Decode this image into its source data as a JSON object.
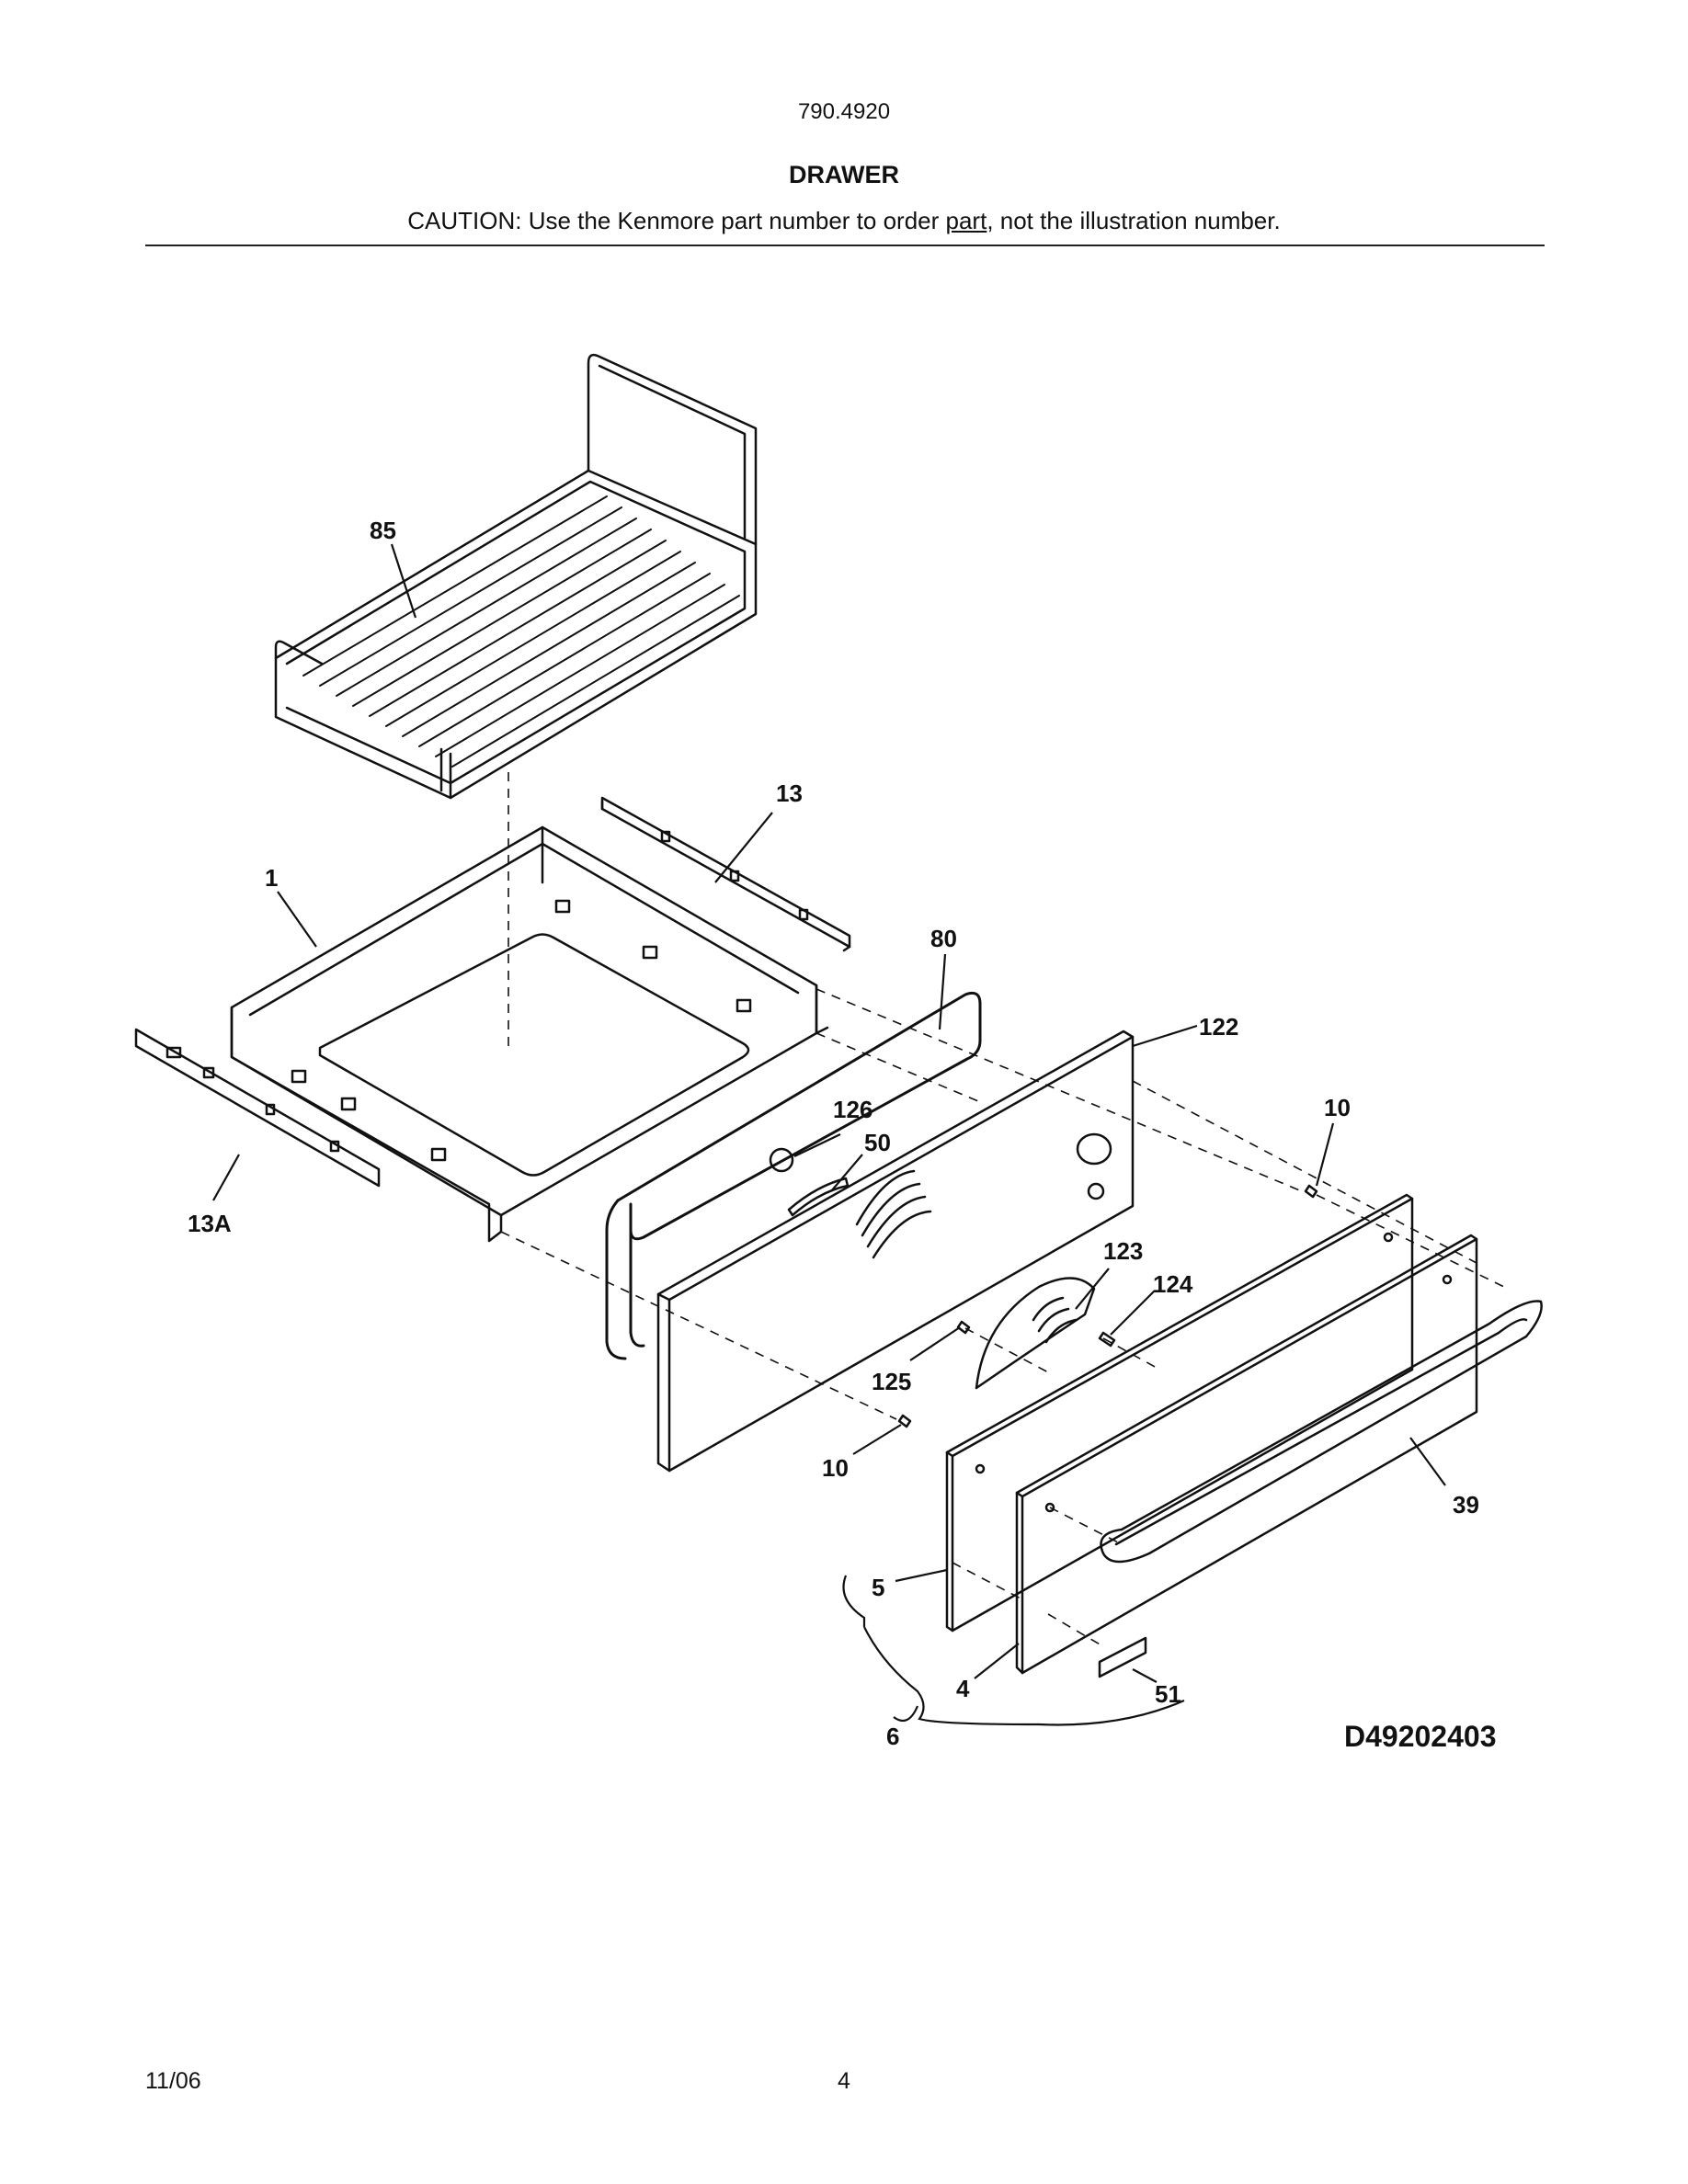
{
  "header": {
    "model_number": "790.4920",
    "section_title": "DRAWER",
    "caution_before": "CAUTION: Use the Kenmore part number to order ",
    "caution_underlined": "part",
    "caution_after": ", not the illustration number."
  },
  "diagram": {
    "callouts": {
      "c85": "85",
      "c13": "13",
      "c1": "1",
      "c80": "80",
      "c122": "122",
      "c126": "126",
      "c50": "50",
      "c10_top": "10",
      "c13A": "13A",
      "c123": "123",
      "c124": "124",
      "c125": "125",
      "c10_bottom": "10",
      "c39": "39",
      "c5": "5",
      "c4": "4",
      "c51": "51",
      "c6": "6"
    },
    "diagram_id": "D49202403"
  },
  "footer": {
    "date": "11/06",
    "page_number": "4"
  }
}
